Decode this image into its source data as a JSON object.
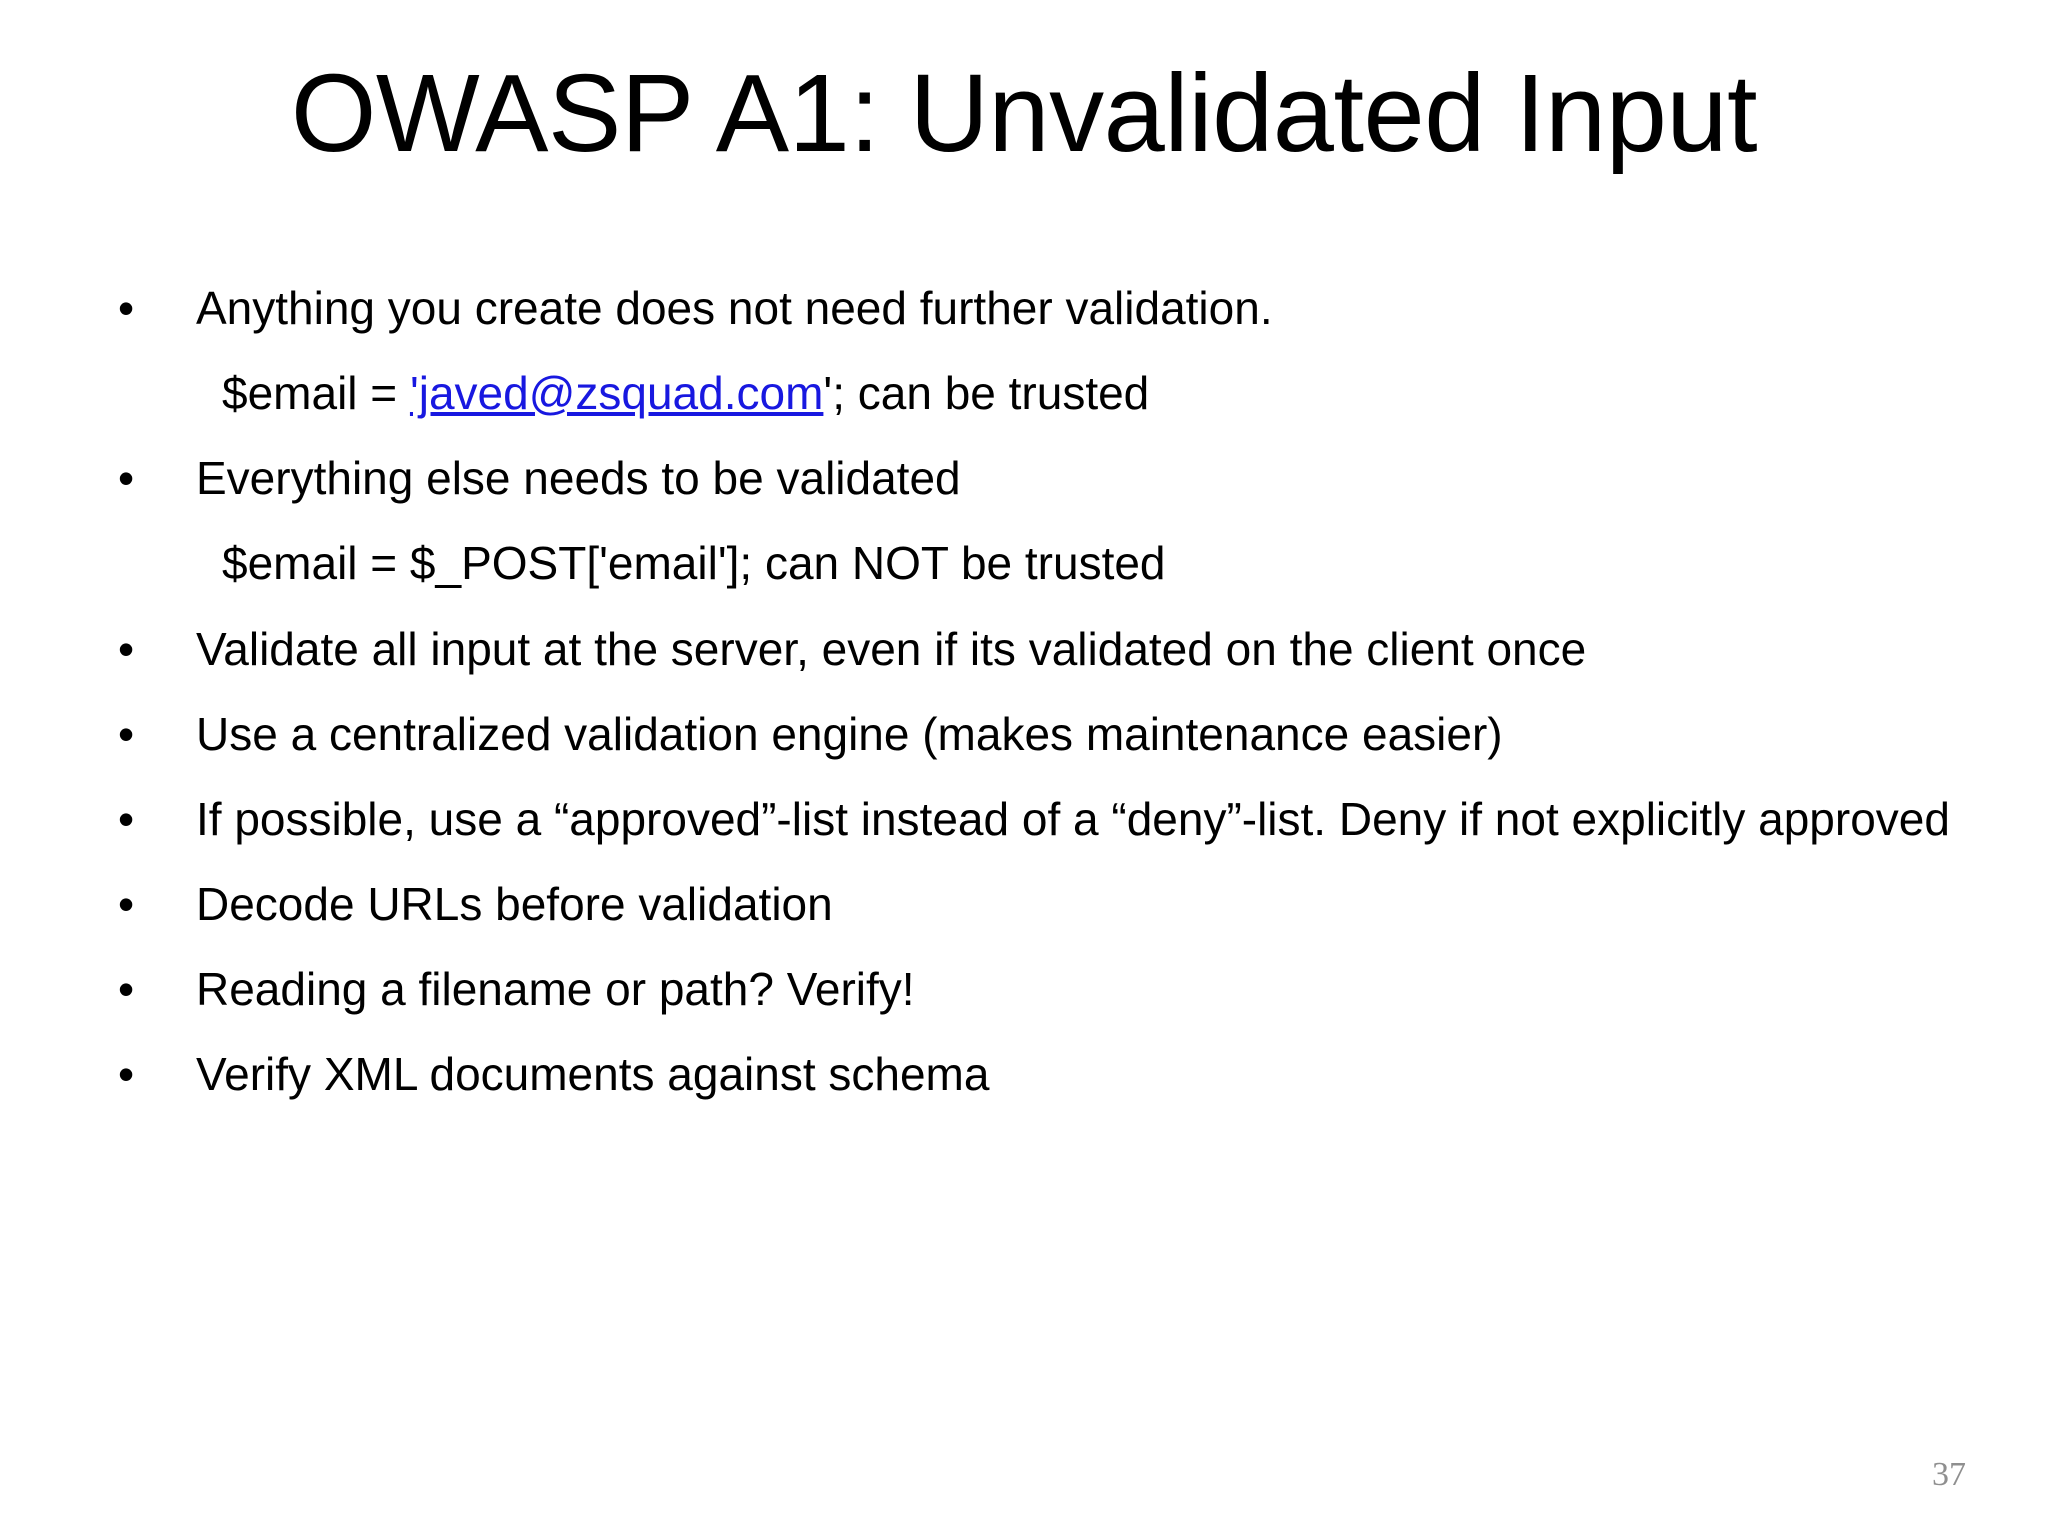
{
  "slide": {
    "title": "OWASP A1: Unvalidated Input",
    "page_number": "37",
    "background_color": "#ffffff",
    "text_color": "#000000",
    "link_color": "#1818e0",
    "page_number_color": "#8f8f8f",
    "bullet_glyph": "•"
  },
  "content": {
    "bullets": [
      {
        "text": "Anything you create does not need further validation."
      },
      {
        "text": "Everything else needs to be validated"
      },
      {
        "text": "Validate all input at the server, even if its validated on the client once"
      },
      {
        "text": "Use a centralized validation engine (makes maintenance easier)"
      },
      {
        "text": "If possible, use a “approved”-list instead of a “deny”-list. Deny if not explicitly approved"
      },
      {
        "text": "Decode URLs before validation"
      },
      {
        "text": "Reading a filename or path? Verify!"
      },
      {
        "text": "Verify XML documents against schema"
      }
    ],
    "code_line_1": {
      "prefix": "$email = ",
      "link_text": "'javed@zsquad.com",
      "suffix": "'; can be trusted"
    },
    "code_line_2": {
      "text": "$email = $_POST['email']; can NOT be trusted"
    }
  }
}
